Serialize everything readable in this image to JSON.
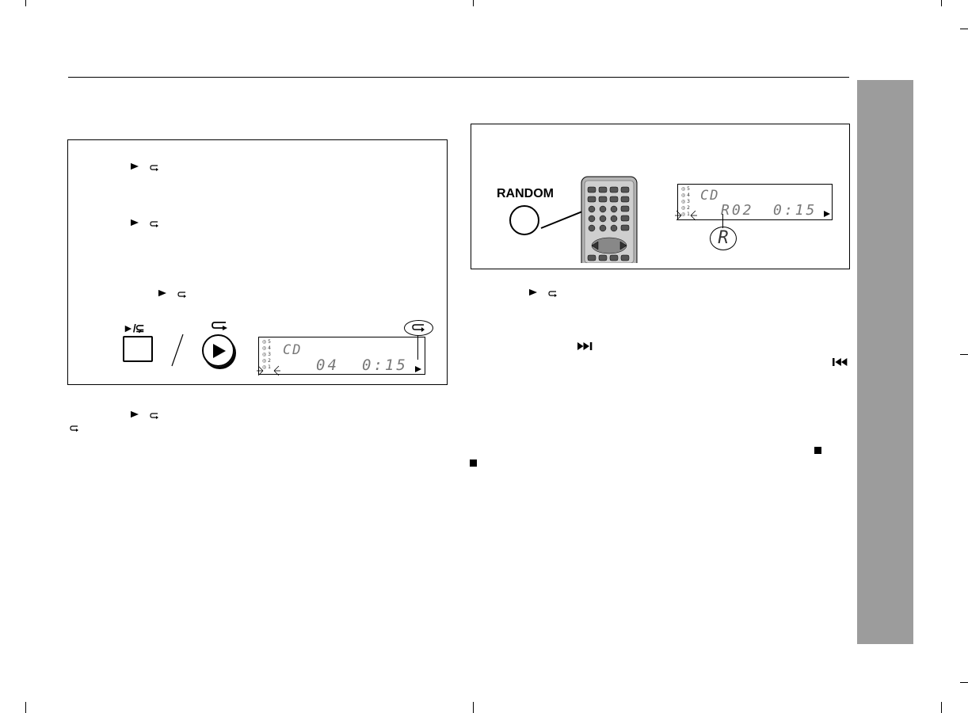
{
  "left_panel": {
    "button_label": "►/⊊",
    "display": {
      "mode": "CD",
      "track": "04",
      "time": "0:15",
      "disc_numbers": [
        "5",
        "4",
        "3",
        "2",
        "1"
      ]
    }
  },
  "right_panel": {
    "random_button_label": "RANDOM",
    "display": {
      "mode": "CD",
      "track": "R02",
      "time": "0:15",
      "disc_numbers": [
        "5",
        "4",
        "3",
        "2",
        "1"
      ]
    },
    "callout_letter": "R"
  },
  "icons": {
    "play": "play-icon",
    "repeat": "repeat-icon",
    "next": "skip-forward-icon",
    "previous": "skip-back-icon",
    "stop": "stop-icon"
  }
}
